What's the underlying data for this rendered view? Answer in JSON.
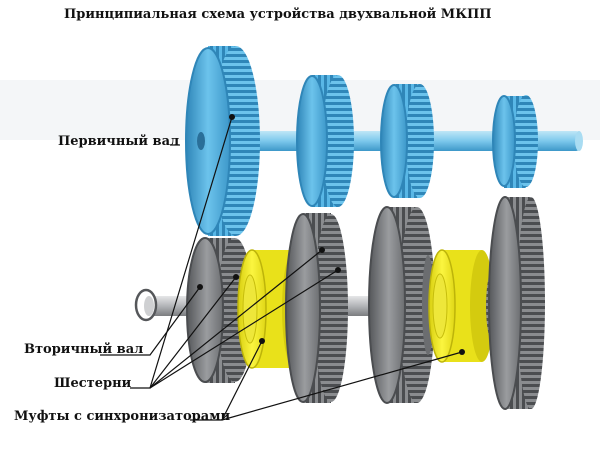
{
  "title": "Принципиальная схема устройства двухвальной МКПП",
  "labels": {
    "primary_shaft": "Первичный вал",
    "secondary_shaft": "Вторичный вал",
    "gears": "Шестерни",
    "synchro_couplings": "Муфты с синхронизаторами"
  },
  "colors": {
    "primary_gear": "#59b7e6",
    "primary_gear_dark": "#2f86b8",
    "primary_shaft": "#8fd0ee",
    "secondary_gear": "#7d7f82",
    "secondary_gear_dark": "#4b4d50",
    "secondary_shaft": "#b8babd",
    "synchro": "#f3ec1e",
    "synchro_dark": "#c6bd0c"
  }
}
